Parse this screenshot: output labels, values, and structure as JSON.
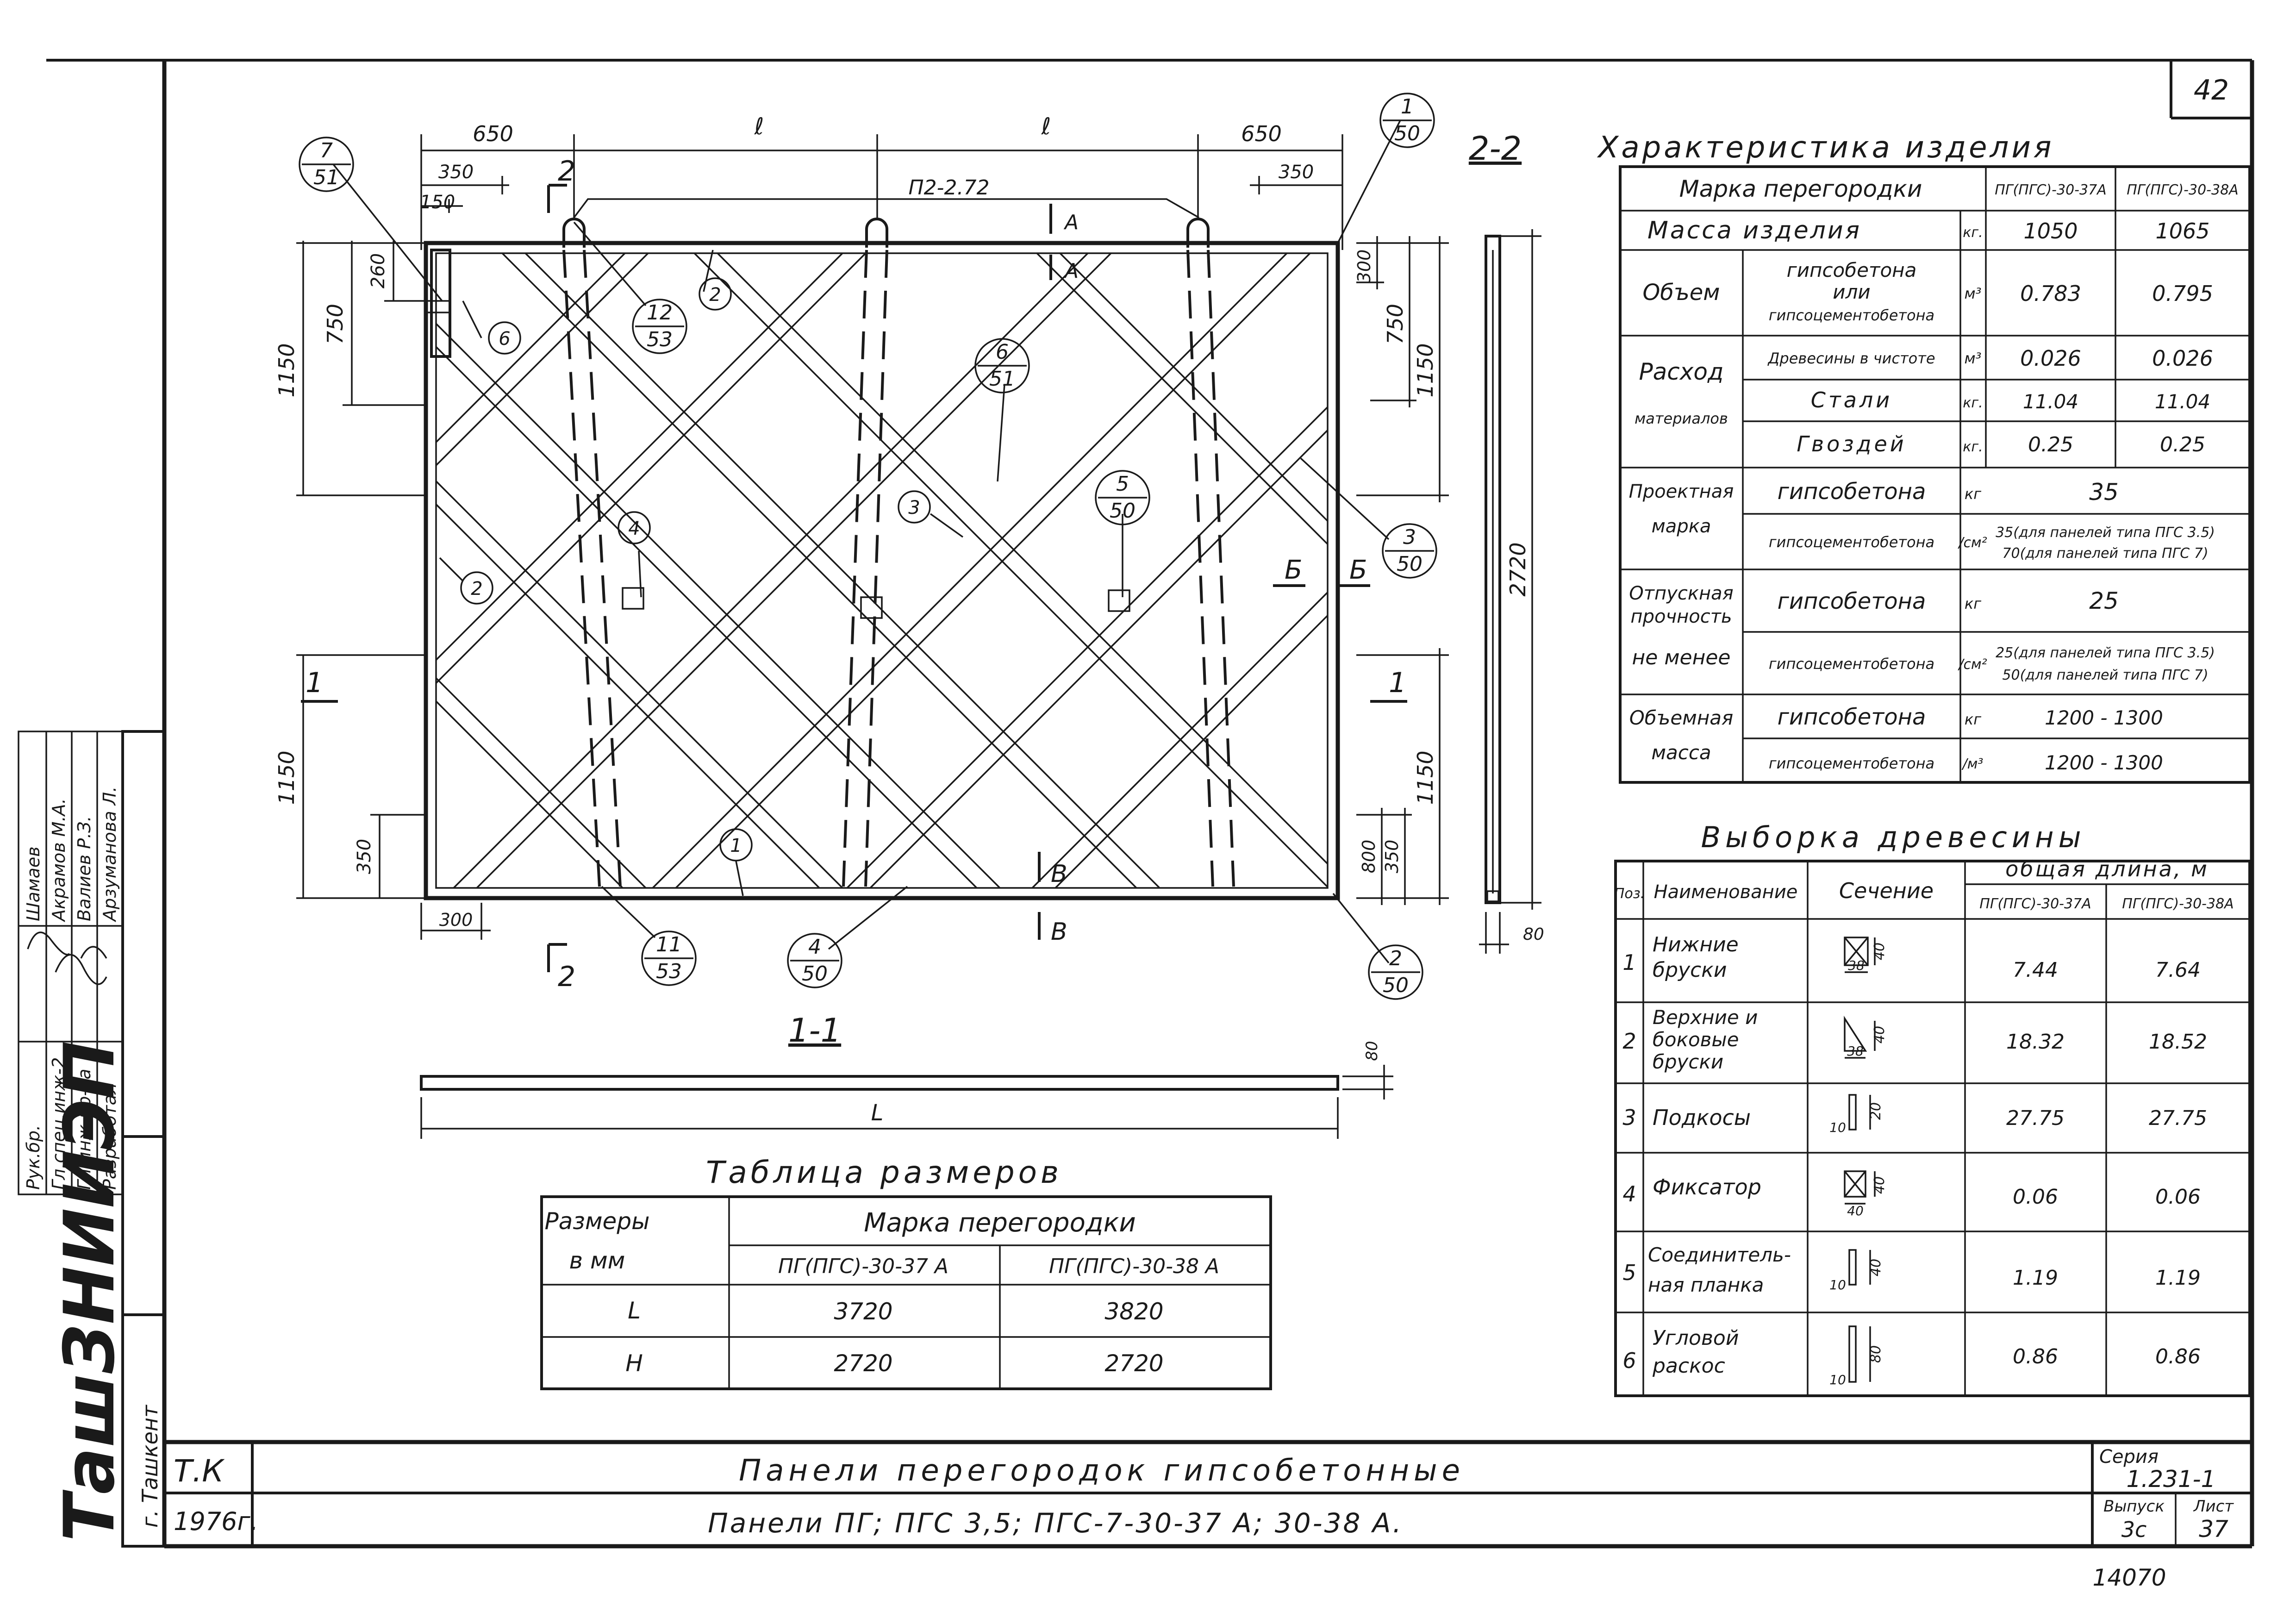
{
  "sheet_number": "42",
  "section_22": "2-2",
  "section_11": "1-1",
  "elevation": {
    "dims_top": [
      "650",
      "ℓ",
      "ℓ",
      "650"
    ],
    "dim_350_left": "350",
    "dim_150": "150",
    "dim_350_right": "350",
    "loop_label": "П2-2.72",
    "left_dims": [
      "1150",
      "750",
      "260",
      "1150",
      "350"
    ],
    "right_dims": [
      "300",
      "750",
      "1150",
      "1150",
      "800",
      "350"
    ],
    "bottom_dim": "300",
    "overall_height": "2720",
    "thickness": "80",
    "length_symbol": "L",
    "cut_marks": {
      "a": "А",
      "b": "Б",
      "v": "В",
      "one": "1",
      "two": "2"
    },
    "callouts": [
      {
        "id": "c7_51",
        "top": "7",
        "bottom": "51"
      },
      {
        "id": "c1_50",
        "top": "1",
        "bottom": "50"
      },
      {
        "id": "c12_53",
        "top": "12",
        "bottom": "53"
      },
      {
        "id": "c6_51",
        "top": "6",
        "bottom": "51"
      },
      {
        "id": "c5_50",
        "top": "5",
        "bottom": "50"
      },
      {
        "id": "c3_50",
        "top": "3",
        "bottom": "50"
      },
      {
        "id": "c11_53",
        "top": "11",
        "bottom": "53"
      },
      {
        "id": "c4_50",
        "top": "4",
        "bottom": "50"
      },
      {
        "id": "c2_50",
        "top": "2",
        "bottom": "50"
      }
    ],
    "items": [
      "1",
      "2",
      "2",
      "3",
      "4",
      "6"
    ]
  },
  "size_table": {
    "title": "Таблица размеров",
    "head_sizes": "Размеры",
    "head_sizes_unit": "в мм",
    "head_brand": "Марка перегородки",
    "col1": "ПГ(ПГС)-30-37 А",
    "col2": "ПГ(ПГС)-30-38 А",
    "rows": [
      {
        "sym": "L",
        "v1": "3720",
        "v2": "3820"
      },
      {
        "sym": "Н",
        "v1": "2720",
        "v2": "2720"
      }
    ]
  },
  "characteristics": {
    "title": "Характеристика изделия",
    "brand_label": "Марка перегородки",
    "col1": "ПГ(ПГС)-30-37А",
    "col2": "ПГ(ПГС)-30-38А",
    "mass_label": "Масса изделия",
    "mass_unit": "кг.",
    "mass_v1": "1050",
    "mass_v2": "1065",
    "volume_label": "Объем",
    "volume_desc_1": "гипсобетона",
    "volume_desc_2": "или",
    "volume_desc_3": "гипсоцементобетона",
    "volume_unit": "м³",
    "volume_v1": "0.783",
    "volume_v2": "0.795",
    "consumption_1": "Расход",
    "consumption_2": "материалов",
    "wood_label": "Древесины в чистоте",
    "wood_unit": "м³",
    "wood_v1": "0.026",
    "wood_v2": "0.026",
    "steel_label": "Стали",
    "steel_unit": "кг.",
    "steel_v1": "11.04",
    "steel_v2": "11.04",
    "nails_label": "Гвоздей",
    "nails_unit": "кг.",
    "nails_v1": "0.25",
    "nails_v2": "0.25",
    "design_1": "Проектная",
    "design_2": "марка",
    "gb_label": "гипсобетона",
    "gcb_label": "гипсоцементобетона",
    "design_gb_unit": "кг",
    "design_gb_value": "35",
    "design_gcb_unit": "/см²",
    "design_gcb_line1": "35(для панелей типа ПГС 3.5)",
    "design_gcb_line2": "70(для панелей типа ПГС 7)",
    "release_1": "Отпускная",
    "release_2": "прочность",
    "release_3": "не менее",
    "release_gb_unit": "кг",
    "release_gb_value": "25",
    "release_gcb_unit": "/см²",
    "release_gcb_line1": "25(для панелей типа ПГС 3.5)",
    "release_gcb_line2": "50(для панелей типа ПГС 7)",
    "density_1": "Объемная",
    "density_2": "масса",
    "density_gb_unit": "кг",
    "density_gb_value": "1200 - 1300",
    "density_gcb_unit": "/м³",
    "density_gcb_value": "1200 - 1300"
  },
  "timber": {
    "title": "Выборка древесины",
    "h_pos": "Поз.",
    "h_name": "Наименование",
    "h_section": "Сечение",
    "h_total": "общая длина, м",
    "col1": "ПГ(ПГС)-30-37А",
    "col2": "ПГ(ПГС)-30-38А",
    "rows": [
      {
        "pos": "1",
        "name1": "Нижние",
        "name2": "бруски",
        "name3": "",
        "d1": "40",
        "d2": "38",
        "v1": "7.44",
        "v2": "7.64"
      },
      {
        "pos": "2",
        "name1": "Верхние и",
        "name2": "боковые",
        "name3": "бруски",
        "d1": "40",
        "d2": "38",
        "v1": "18.32",
        "v2": "18.52"
      },
      {
        "pos": "3",
        "name1": "Подкосы",
        "name2": "",
        "name3": "",
        "d1": "20",
        "d2": "10",
        "v1": "27.75",
        "v2": "27.75"
      },
      {
        "pos": "4",
        "name1": "Фиксатор",
        "name2": "",
        "name3": "",
        "d1": "40",
        "d2": "40",
        "v1": "0.06",
        "v2": "0.06"
      },
      {
        "pos": "5",
        "name1": "Соединитель-",
        "name2": "ная планка",
        "name3": "",
        "d1": "40",
        "d2": "10",
        "v1": "1.19",
        "v2": "1.19"
      },
      {
        "pos": "6",
        "name1": "Угловой",
        "name2": "раскос",
        "name3": "",
        "d1": "80",
        "d2": "10",
        "v1": "0.86",
        "v2": "0.86"
      }
    ]
  },
  "stamp": {
    "tk": "Т.К",
    "year": "1976г.",
    "title": "Панели перегородок гипсобетонные",
    "subtitle": "Панели ПГ; ПГС 3,5; ПГС-7-30-37 А; 30-38 А.",
    "series_label": "Серия",
    "series_value": "1.231-1",
    "issue_label": "Выпуск",
    "issue_value": "3с",
    "sheet_label": "Лист",
    "sheet_value": "37",
    "inventory": "14070"
  },
  "side_stamp": {
    "org": "ТашЗНИИЭП",
    "city": "г. Ташкент",
    "roles": [
      "Разработал",
      "Гл.инж.пр-та",
      "Гл.спец.инж-2",
      "Рук.бр."
    ],
    "names": [
      "Арзуманова Л.",
      "Валиев Р.З.",
      "Акрамов М.А.",
      "Шамаев"
    ]
  }
}
